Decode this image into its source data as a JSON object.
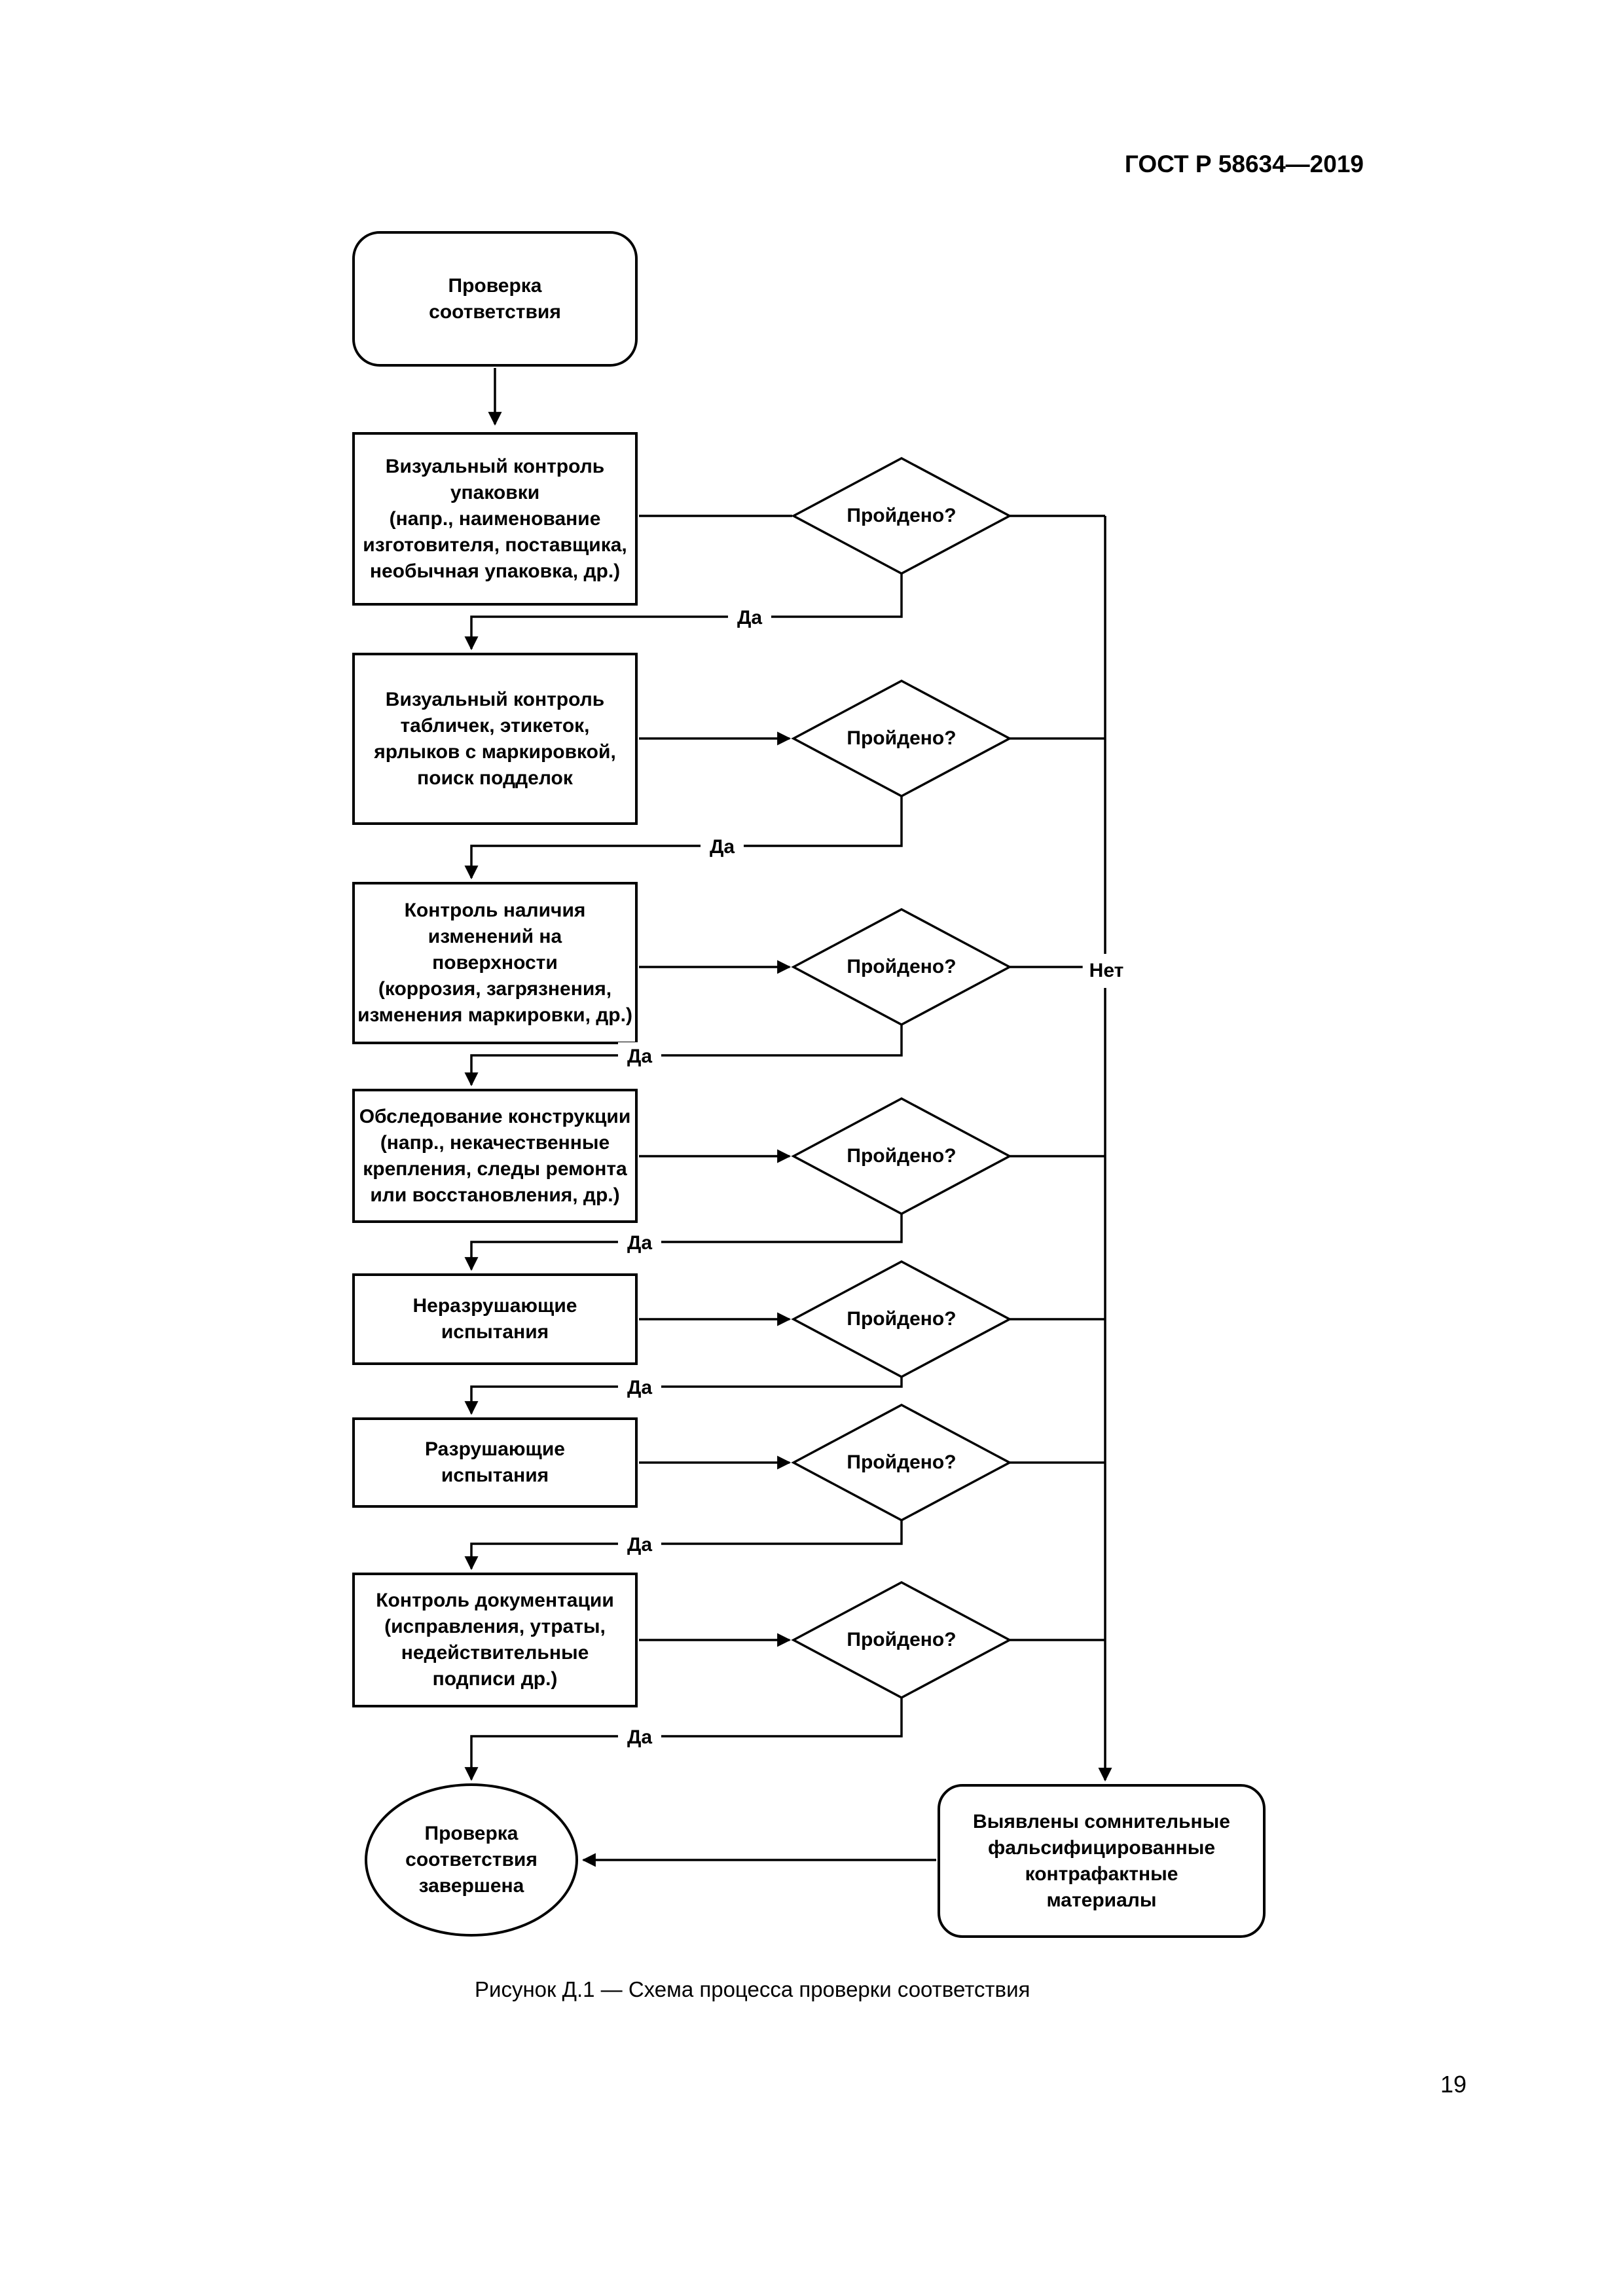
{
  "document": {
    "header": "ГОСТ Р 58634—2019",
    "caption": "Рисунок Д.1 — Схема процесса проверки соответствия",
    "page_number": "19"
  },
  "flowchart": {
    "start_label": "Проверка\nсоответствия",
    "decision_label": "Пройдено?",
    "yes_label": "Да",
    "no_label": "Нет",
    "steps": [
      {
        "label": "Визуальный контроль\nупаковки\n(напр., наименование\nизготовителя, поставщика,\nнеобычная упаковка, др.)"
      },
      {
        "label": "Визуальный контроль\nтабличек, этикеток,\nярлыков с маркировкой,\nпоиск подделок"
      },
      {
        "label": "Контроль наличия\nизменений на\nповерхности\n(коррозия, загрязнения,\nизменения маркировки, др.)"
      },
      {
        "label": "Обследование конструкции\n(напр., некачественные\nкрепления, следы ремонта\nили восстановления, др.)"
      },
      {
        "label": "Неразрушающие\nиспытания"
      },
      {
        "label": "Разрушающие\nиспытания"
      },
      {
        "label": "Контроль документации\n(исправления, утраты,\nнедействительные\nподписи др.)"
      }
    ],
    "end_label": "Проверка\nсоответствия\nзавершена",
    "reject_label": "Выявлены сомнительные\nфальсифицированные\nконтрафактные\nматериалы"
  },
  "colors": {
    "ink": "#000000",
    "paper": "#ffffff"
  }
}
